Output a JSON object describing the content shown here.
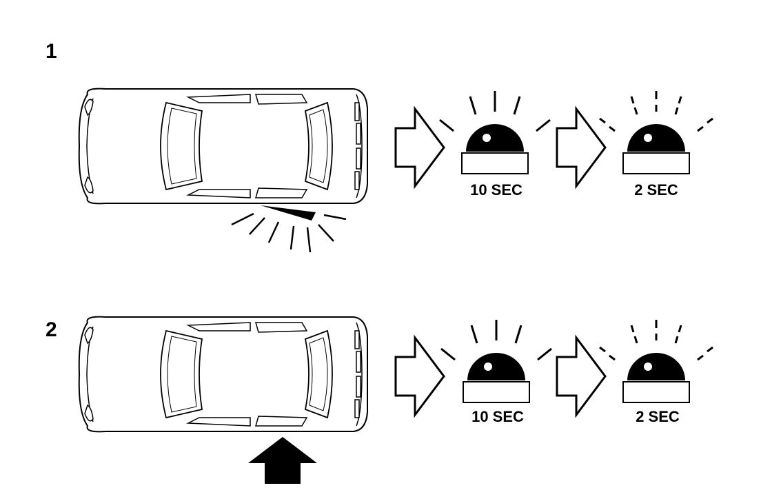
{
  "steps": [
    {
      "number": "1",
      "indicator": "door-open-light",
      "first_beacon": {
        "label": "10 SEC",
        "light": "solid"
      },
      "second_beacon": {
        "label": "2 SEC",
        "light": "dashed"
      }
    },
    {
      "number": "2",
      "indicator": "up-arrow",
      "first_beacon": {
        "label": "10 SEC",
        "light": "solid"
      },
      "second_beacon": {
        "label": "2 SEC",
        "light": "dashed"
      }
    }
  ],
  "colors": {
    "ink": "#000000",
    "paper": "#ffffff"
  }
}
